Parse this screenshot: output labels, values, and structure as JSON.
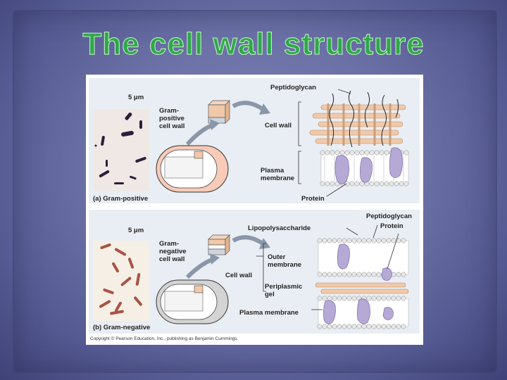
{
  "slide": {
    "title": "The cell wall structure"
  },
  "figure": {
    "panel_a": {
      "caption": "(a) Gram-positive",
      "scale": "5 μm",
      "wall_label": "Gram-\npositive\ncell wall",
      "labels": {
        "peptidoglycan": "Peptidoglycan",
        "cell_wall": "Cell wall",
        "plasma_membrane": "Plasma\nmembrane",
        "protein": "Protein"
      }
    },
    "panel_b": {
      "caption": "(b) Gram-negative",
      "scale": "5 μm",
      "wall_label": "Gram-\nnegative\ncell wall",
      "labels": {
        "peptidoglycan": "Peptidoglycan",
        "lipopolysaccharide": "Lipopolysaccharide",
        "protein": "Protein",
        "outer_membrane": "Outer\nmembrane",
        "cell_wall": "Cell wall",
        "periplasmic_gel": "Periplasmic\ngel",
        "plasma_membrane": "Plasma membrane"
      }
    },
    "copyright": "Copyright © Pearson Education, Inc., publishing as Benjamin Cummings."
  },
  "colors": {
    "title_green": "#2fa84a",
    "peptidoglycan_tan": "#f1c9a8",
    "protein_purple": "#b7a9d6",
    "stain_purple": "#2a1f3a",
    "stain_red": "#9a3a2a"
  }
}
